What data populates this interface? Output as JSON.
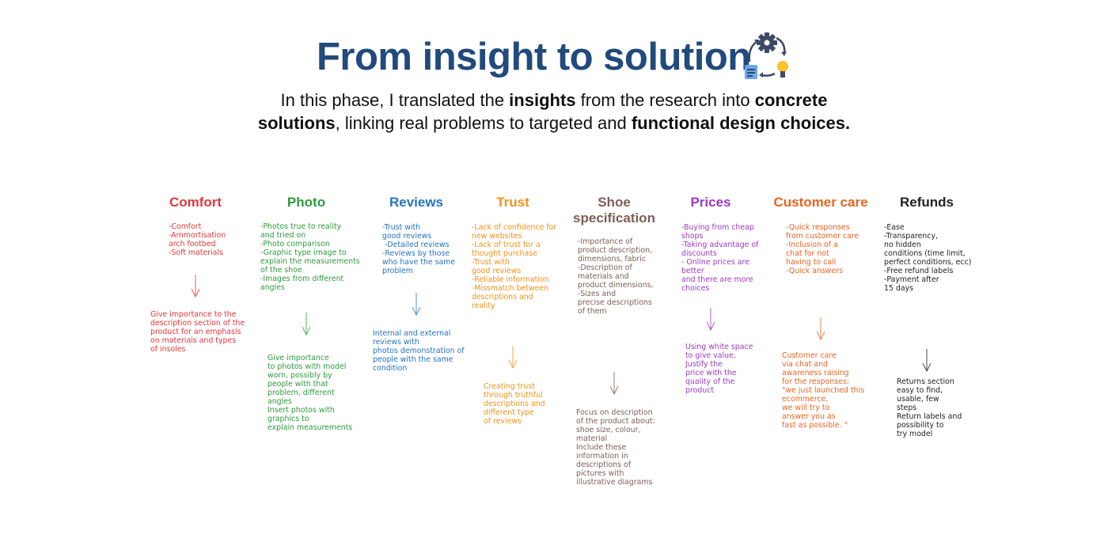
{
  "header": {
    "title": "From insight to solution",
    "icon": "process-cycle-icon",
    "subtitle_parts": [
      "In this phase, I translated the ",
      "insights",
      " from the research into ",
      "concrete solutions",
      ", linking real problems to targeted and ",
      "functional design choices."
    ]
  },
  "columns": [
    {
      "title": "Comfort",
      "color": "#e0383b",
      "insights": "-Comfort\n-Ammortisation\narch footbed\n-Soft materials",
      "solution": "Give importance to the\ndescription section of the\nproduct for an emphasis\non materials and types\nof insoles"
    },
    {
      "title": "Photo",
      "color": "#2f9a3e",
      "insights": "-Photos true to reality\nand tried on\n-Photo comparison\n-Graphic type image to\nexplain the measurements\nof the shoe\n-Images from different\nangles",
      "solution": "Give importance\nto photos with model\nworn, possibly by\npeople with that\nproblem, different\nangles\nInsert photos with\ngraphics to\nexplain measurements"
    },
    {
      "title": "Reviews",
      "color": "#2573c4",
      "insights": "-Trust with\ngood reviews\n -Detailed reviews\n-Reviews by those\nwho have the same\nproblem",
      "solution": "Internal and external\nreviews with\nphotos demonstration of\npeople with the same\ncondition"
    },
    {
      "title": "Trust",
      "color": "#f0921c",
      "insights": "-Lack of confidence for\nnew websites\n-Lack of trust for a\nthought purchase\n-Trust with\ngood reviews\n-Reliable information\n-Missmatch between\ndescriptions and\nreality",
      "solution": "Creating trust\nthrough truthful\ndescriptions and\ndifferent type\nof reviews"
    },
    {
      "title": "Shoe\nspecification",
      "color": "#7d5f57",
      "insights": "-Importance of\nproduct description,\ndimensions, fabric\n-Description of\nmaterials and\nproduct dimensions,\n-Sizes and\nprecise descriptions\nof them",
      "solution": "Focus on description\nof the product about:\nshoe size, colour,\nmaterial\nInclude these\ninformation in\ndescriptions of\npictures with\nillustrative diagrams"
    },
    {
      "title": "Prices",
      "color": "#9b3bbf",
      "insights": "-Buying from cheap\nshops\n-Taking advantage of\ndiscounts\n- Online prices are\nbetter\nand there are more\nchoices",
      "solution": "Using white space\nto give value,\nJustify the\nprice with the\nquality of the\nproduct"
    },
    {
      "title": "Customer care",
      "color": "#ea6420",
      "insights": "-Quick responses\nfrom customer care\n-Inclusion of a\nchat for not\nhaving to call\n-Quick answers",
      "solution": "Customer care\nvia chat and\nawareness raising\nfor the responses:\n\"we just launched this\necommerce,\nwe will try to\nanswer you as\nfast as possible. \""
    },
    {
      "title": "Refunds",
      "color": "#222222",
      "insights": "-Ease\n-Transparency,\nno hidden\nconditions (time limit,\nperfect conditions, ecc)\n-Free refund labels\n-Payment after\n15 days",
      "solution": "Returns section\neasy to find,\nusable, few\nsteps\nReturn labels and\npossibility to\ntry model"
    }
  ]
}
